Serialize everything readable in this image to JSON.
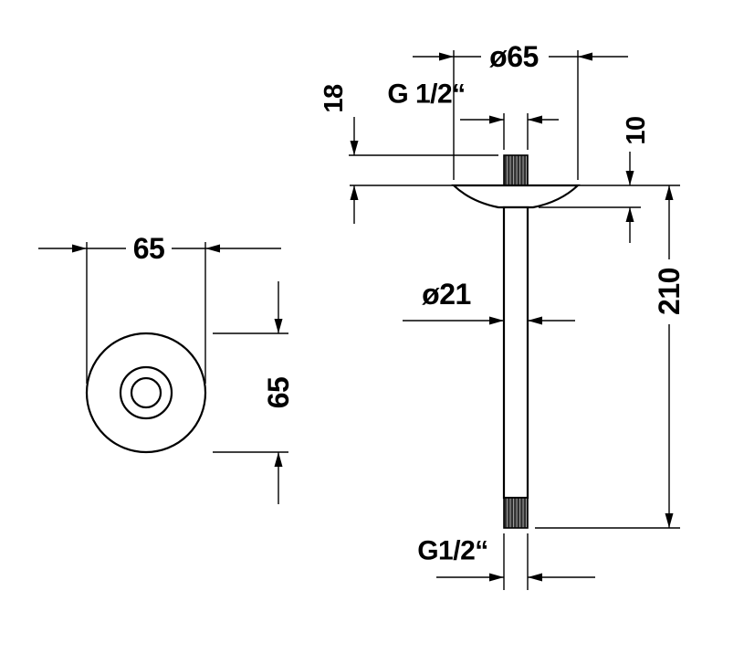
{
  "colors": {
    "background": "#ffffff",
    "line": "#000000",
    "thread_dark": "#2f2f2f",
    "thread_light": "#9a9a9a"
  },
  "side_view": {
    "flange_diameter_label": "ø65",
    "top_thread_label": "G 1/2“",
    "thread_length_label": "18",
    "flange_height_label": "10",
    "pipe_diameter_label": "ø21",
    "arm_length_label": "210",
    "bottom_thread_label": "G1/2“"
  },
  "front_view": {
    "width_label": "65",
    "height_label": "65"
  }
}
